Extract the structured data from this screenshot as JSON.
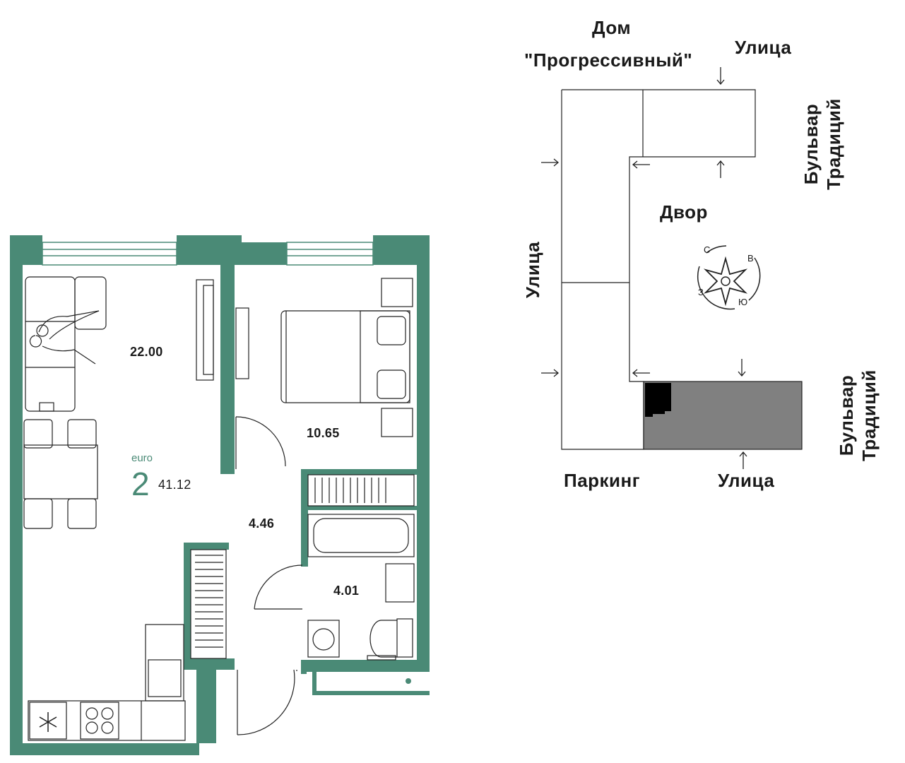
{
  "colors": {
    "wall": "#4a8a76",
    "line": "#222222",
    "apartment_highlight": "#808080",
    "section_marker": "#000000"
  },
  "floor_plan": {
    "apartment_class": "euro",
    "room_count": "2",
    "total_area": "41.12",
    "rooms": [
      {
        "area": "22.00"
      },
      {
        "area": "10.65"
      },
      {
        "area": "4.46"
      },
      {
        "area": "4.01"
      }
    ]
  },
  "site_plan": {
    "building_name_line1": "Дом",
    "building_name_line2": "\"Прогрессивный\"",
    "street_top": "Улица",
    "boulevard_top": "Бульвар Традиций",
    "street_left": "Улица",
    "courtyard": "Двор",
    "boulevard_bottom": "Бульвар Традиций",
    "parking": "Паркинг",
    "street_bottom": "Улица",
    "compass": {
      "north": "С",
      "east": "В",
      "south": "Ю",
      "west": "З"
    }
  },
  "icons": [
    "compass-rose-icon",
    "fridge-snowflake-icon",
    "stove-icon",
    "washing-machine-icon",
    "radiator-icon",
    "entrance-arrow-icon"
  ]
}
